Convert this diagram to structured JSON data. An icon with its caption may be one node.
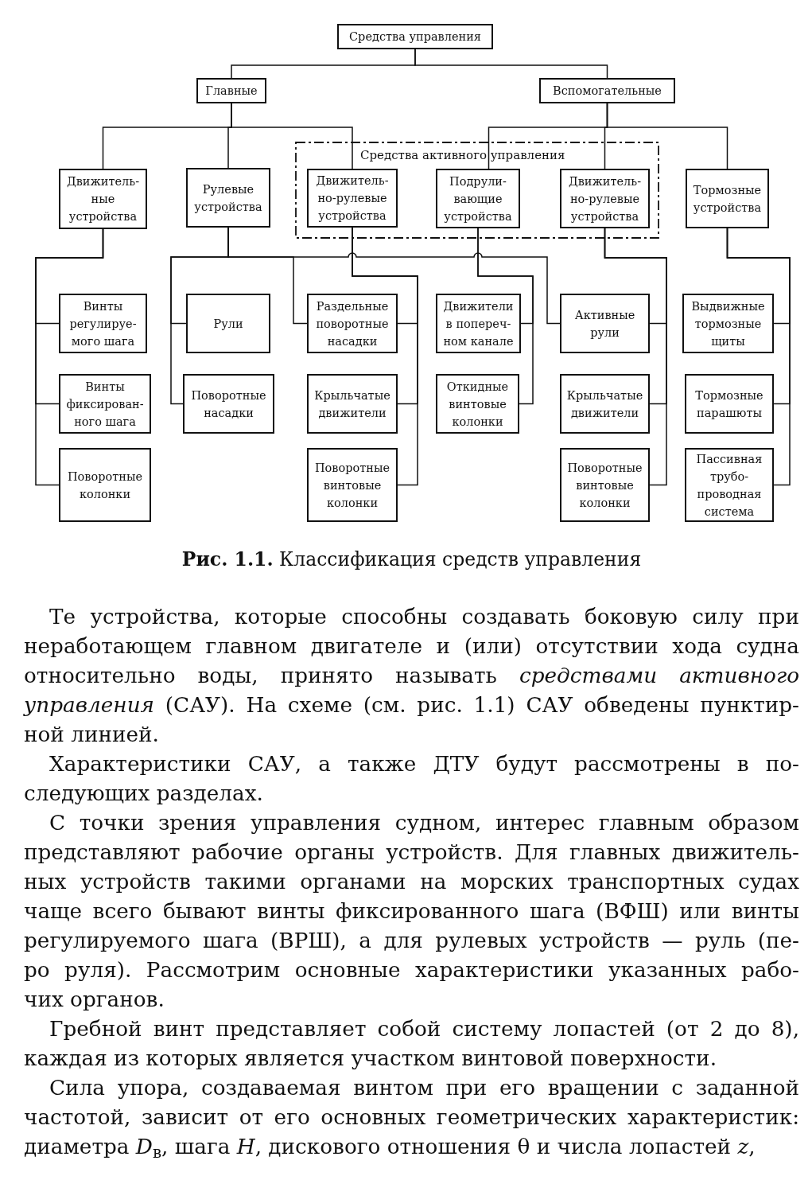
{
  "diagram": {
    "caption": "**Рис. 1.1.** Классификация средств управления",
    "nodes": [
      {
        "text": [
          "Средства управления"
        ]
      },
      {
        "text": [
          "Главные"
        ]
      },
      {
        "text": [
          "Вспомогательные"
        ]
      },
      {
        "text": [
          "Движитель- ные устройства"
        ]
      },
      {
        "text": [
          "Рулевые устройства"
        ]
      },
      {
        "text": [
          "Средства активного управления"
        ]
      },
      {
        "text": [
          "Движитель- но-рулевые устройства"
        ],
        "in": 5
      },
      {
        "text": [
          "Подрули- вающие устройства"
        ],
        "in": 5
      },
      {
        "text": [
          "Движитель- но-рулевые устройства"
        ],
        "in": 5
      },
      {
        "text": [
          "Тормозные устройства"
        ]
      },
      {
        "text": [
          "Винты регулируе- мого шага"
        ]
      },
      {
        "text": [
          "Рули"
        ]
      },
      {
        "text": [
          "Раздельные поворотные насадки"
        ]
      },
      {
        "text": [
          "Движители в попереч- ном канале"
        ]
      },
      {
        "text": [
          "Активные рули"
        ]
      },
      {
        "text": [
          "Выдвижные тормозные щиты"
        ]
      },
      {
        "text": [
          "Винты фиксирован- ного шага"
        ]
      },
      {
        "text": [
          "Поворотные насадки"
        ]
      },
      {
        "text": [
          "Крыльчатые движители"
        ]
      },
      {
        "text": [
          "Откидные винтовые колонки"
        ]
      },
      {
        "text": [
          "Крыльчатые движители"
        ]
      },
      {
        "text": [
          "Тормозные парашюты"
        ]
      },
      {
        "text": [
          "Поворотные колонки"
        ]
      },
      {
        "text": [
          "Поворотные винтовые колонки"
        ]
      },
      {
        "text": [
          "Поворотные винтовые колонки"
        ]
      },
      {
        "text": [
          "Пассивная трубо- проводная система"
        ]
      }
    ],
    "edges": [
      {
        "from": 0,
        "to": 1,
        "arrow": "none"
      },
      {
        "from": 0,
        "to": 2,
        "arrow": "none"
      },
      {
        "from": 1,
        "to": 3,
        "arrow": "none"
      },
      {
        "from": 1,
        "to": 4,
        "arrow": "none"
      },
      {
        "from": 1,
        "to": 6,
        "arrow": "none"
      },
      {
        "from": 2,
        "to": 7,
        "arrow": "none"
      },
      {
        "from": 2,
        "to": 8,
        "arrow": "none"
      },
      {
        "from": 2,
        "to": 9,
        "arrow": "none"
      },
      {
        "from": 3,
        "to": 10,
        "arrow": "none"
      },
      {
        "from": 3,
        "to": 16,
        "arrow": "none"
      },
      {
        "from": 3,
        "to": 22,
        "arrow": "none"
      },
      {
        "from": 4,
        "to": 11,
        "arrow": "none"
      },
      {
        "from": 4,
        "to": 17,
        "arrow": "none"
      },
      {
        "from": 4,
        "to": 12,
        "arrow": "none"
      },
      {
        "from": 4,
        "to": 14,
        "arrow": "none"
      },
      {
        "from": 6,
        "to": 12,
        "arrow": "none"
      },
      {
        "from": 6,
        "to": 18,
        "arrow": "none"
      },
      {
        "from": 6,
        "to": 23,
        "arrow": "none"
      },
      {
        "from": 7,
        "to": 13,
        "arrow": "none"
      },
      {
        "from": 7,
        "to": 19,
        "arrow": "none"
      },
      {
        "from": 8,
        "to": 14,
        "arrow": "none"
      },
      {
        "from": 8,
        "to": 20,
        "arrow": "none"
      },
      {
        "from": 8,
        "to": 24,
        "arrow": "none"
      },
      {
        "from": 9,
        "to": 15,
        "arrow": "none"
      },
      {
        "from": 9,
        "to": 21,
        "arrow": "none"
      },
      {
        "from": 9,
        "to": 25,
        "arrow": "none"
      }
    ],
    "labels": [
      "Те устройства, которые способны создавать боковую силу при неработающем главном двигателе и (или) отсутствии хода судна относительно воды, принято называть *средствами активного управления* (САУ). На схеме (см. рис. 1.1) САУ обведены пунктир- ной линией.",
      "Характеристики САУ, а также ДТУ будут рассмотрены в по- следующих разделах.",
      "С точки зрения управления судном, интерес главным образом представляют рабочие органы устройств. Для главных движитель- ных устройств такими органами на морских транспортных судах чаще всего бывают винты фиксированного шага (ВФШ) или винты регулируемого шага (ВРШ), а для рулевых устройств — руль (пе- ро руля). Рассмотрим основные характеристики указанных рабо- чих органов.",
      "Гребной винт представляет собой систему лопастей (от 2 до 8), каждая из которых является участком винтовой поверхности.",
      "Сила упора, создаваемая винтом при его вращении с заданной частотой, зависит от его основных геометрических характеристик: диаметра *D*$_{в}$, шага *H*, дискового отношения θ и числа лопастей *z*,"
    ]
  }
}
